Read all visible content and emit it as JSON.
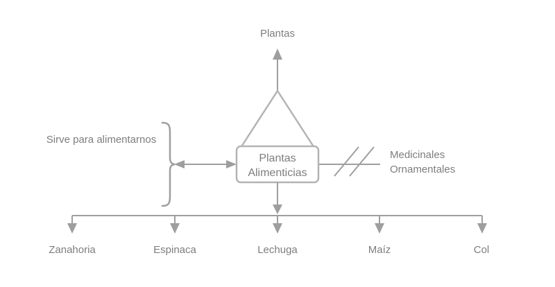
{
  "colors": {
    "line": "#9e9e9e",
    "text": "#7d7d7d",
    "shape_fill": "#ffffff",
    "shape_stroke": "#b3b3b3"
  },
  "diagram": {
    "top_label": "Plantas",
    "center_box": {
      "line1": "Plantas",
      "line2": "Alimenticias"
    },
    "left_annotation": "Sirve para alimentarnos",
    "right_annotation": {
      "line1": "Medicinales",
      "line2": "Ornamentales"
    },
    "bottom_items": [
      "Zanahoria",
      "Espinaca",
      "Lechuga",
      "Maíz",
      "Col"
    ]
  }
}
